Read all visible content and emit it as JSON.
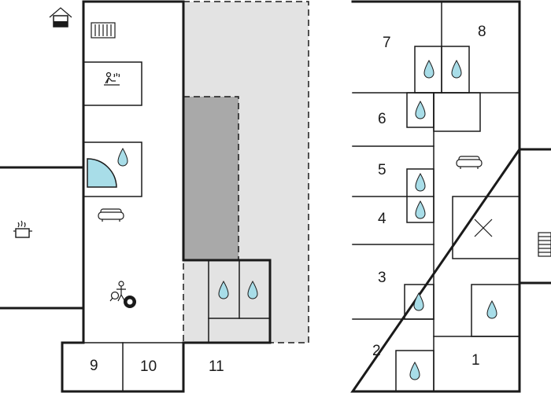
{
  "colors": {
    "wall": "#1a1a1a",
    "terrace_light": "#e3e3e3",
    "terrace_dark": "#a9a9a9",
    "water": "#a8dde8"
  },
  "rooms": [
    "1",
    "2",
    "3",
    "4",
    "5",
    "6",
    "7",
    "8",
    "9",
    "10",
    "11"
  ],
  "icons": [
    "house-icon",
    "radiator-icon",
    "sauna-icon",
    "whirlpool-icon",
    "sofa-icon",
    "kitchen-pot-icon",
    "table-tennis-icon",
    "billiard-ball-icon",
    "shower-drop-icon",
    "stairs-icon",
    "staircase-cross-icon"
  ]
}
